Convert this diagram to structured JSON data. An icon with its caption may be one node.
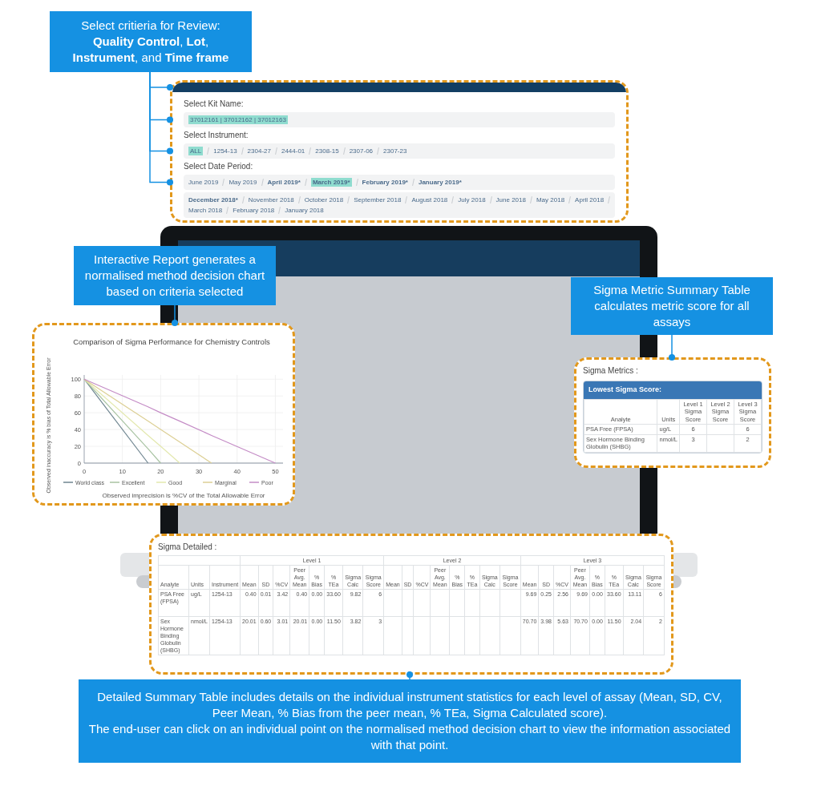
{
  "diagram": {
    "nodes": [
      {
        "text": [
          "Select critieria for Review: **Quality Control**, **Lot**, **Instrument**, and **Time frame**"
        ]
      },
      {
        "text": [
          "Select Kit Name:",
          "37012161 | 37012162 | 37012163",
          "Select Instrument:",
          "ALL",
          "1254-13",
          "2304-27",
          "2444-01",
          "2308-15",
          "2307-06",
          "2307-23",
          "Select Date Period:",
          "June 2019",
          "May 2019",
          "April 2019*",
          "March 2019*",
          "February 2019*",
          "January 2019*",
          "December 2018*",
          "November 2018",
          "October 2018",
          "September 2018",
          "August 2018",
          "July 2018",
          "June 2018",
          "May 2018",
          "April 2018",
          "March 2018",
          "February 2018",
          "January 2018"
        ]
      },
      {
        "text": [
          "Interactive Report generates a normalised method decision chart based on criteria selected"
        ]
      },
      {
        "text": [],
        "shape": "box"
      },
      {
        "text": [
          "Sigma Metric Summary Table calculates metric score for all assays"
        ]
      },
      {
        "text": [
          "Sigma Metrics :"
        ]
      },
      {
        "text": [
          "Sigma Detailed :"
        ]
      },
      {
        "text": [
          "Detailed Summary Table includes details on the individual instrument statistics for each level of assay (Mean, SD, CV, Peer Mean, % Bias from the peer mean, % TEa, Sigma Calculated score).",
          "The end-user can click on an individual point on the normalised method decision chart to view the information associated with that point."
        ]
      }
    ],
    "edges": [
      {
        "from": 0,
        "to": 1,
        "arrow": "other"
      },
      {
        "from": 0,
        "to": 1,
        "arrow": "other"
      },
      {
        "from": 0,
        "to": 1,
        "arrow": "other"
      },
      {
        "from": 0,
        "to": 1,
        "arrow": "other"
      },
      {
        "from": 2,
        "to": 3,
        "arrow": "other"
      },
      {
        "from": 4,
        "to": 5,
        "arrow": "other"
      },
      {
        "from": 7,
        "to": 6,
        "arrow": "other"
      }
    ],
    "labels": [
      "Lowest Sigma Score:",
      "Analyte",
      "Units",
      "Level 1 Sigma Score",
      "Level 2 Sigma Score",
      "Level 3 Sigma Score",
      "PSA Free (FPSA)",
      "ug/L",
      "6",
      "6",
      "Sex Hormone Binding Globulin (SHBG)",
      "nmol/L",
      "3",
      "2",
      "Level 1",
      "Level 2",
      "Level 3",
      "Analyte",
      "Units",
      "Instrument",
      "Mean",
      "SD",
      "%CV",
      "Peer Avg. Mean",
      "% Bias",
      "% TEa",
      "Sigma Calc",
      "Sigma Score",
      "Mean",
      "SD",
      "%CV",
      "Peer Avg. Mean",
      "% Bias",
      "% TEa",
      "Sigma Calc",
      "Sigma Score",
      "Mean",
      "SD",
      "%CV",
      "Peer Avg. Mean",
      "% Bias",
      "% TEa",
      "Sigma Calc",
      "Sigma Score",
      "PSA Free (FPSA)",
      "ug/L",
      "1254-13",
      "0.40",
      "0.01",
      "3.42",
      "0.40",
      "0.00",
      "33.60",
      "9.82",
      "6",
      "9.69",
      "0.25",
      "2.56",
      "9.69",
      "0.00",
      "33.60",
      "13.11",
      "6",
      "Sex Hormone Binding Globulin (SHBG)",
      "nmol/L",
      "1254-13",
      "20.01",
      "0.60",
      "3.01",
      "20.01",
      "0.00",
      "11.50",
      "3.82",
      "3",
      "70.70",
      "3.98",
      "5.63",
      "70.70",
      "0.00",
      "11.50",
      "2.04",
      "2"
    ],
    "chart_data": {
      "type": "line",
      "title": "Comparison of Sigma Performance for Chemistry Controls",
      "xlabel": "Observed imprecision is %CV of the Total Allowable Error",
      "ylabel": "Observed inaccuracy is % bias of Total Allowable Error",
      "x": [
        0,
        16.7,
        20,
        25,
        33.3,
        50
      ],
      "series": [
        {
          "name": "World class",
          "color": "#6f8590",
          "values": [
            100,
            0,
            null,
            null,
            null,
            null
          ]
        },
        {
          "name": "Excellent",
          "color": "#a8c3a2",
          "values": [
            100,
            17,
            0,
            null,
            null,
            null
          ]
        },
        {
          "name": "Good",
          "color": "#e3e8ae",
          "values": [
            100,
            33,
            20,
            0,
            null,
            null
          ]
        },
        {
          "name": "Marginal",
          "color": "#dccf94",
          "values": [
            100,
            50,
            40,
            25,
            0,
            null
          ]
        },
        {
          "name": "Poor",
          "color": "#c48cc6",
          "values": [
            100,
            67,
            60,
            50,
            33,
            0
          ]
        }
      ],
      "grid": true,
      "legend": "bottom",
      "xlim": [
        0,
        52
      ],
      "ylim": [
        0,
        105
      ],
      "xticks": [
        0,
        10,
        20,
        30,
        40,
        50
      ],
      "yticks": [
        0,
        20,
        40,
        60,
        80,
        100
      ]
    }
  }
}
